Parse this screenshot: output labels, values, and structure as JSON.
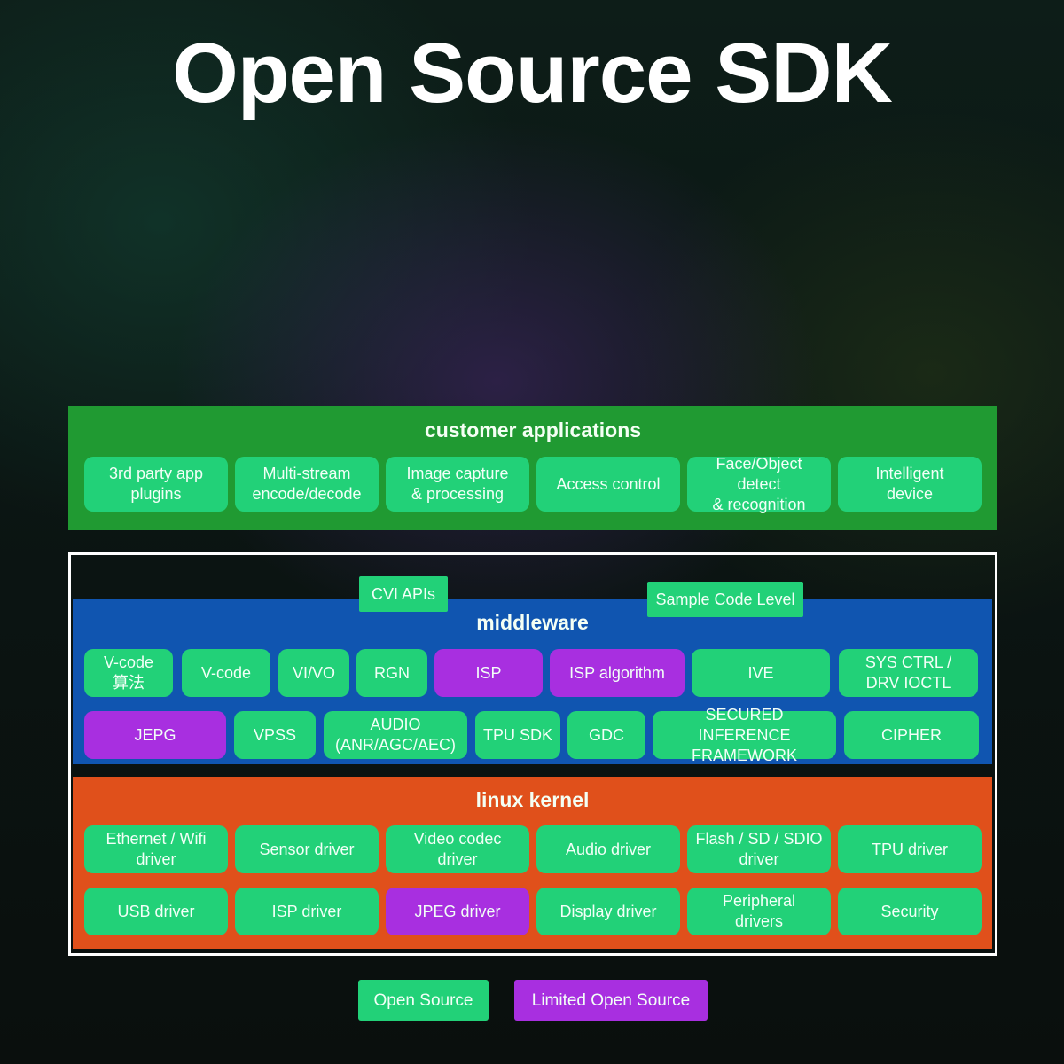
{
  "title": "Open Source SDK",
  "colors": {
    "open_source": "#22d178",
    "limited_open_source": "#a82fe0",
    "customer_layer": "#209a32",
    "middleware_layer": "#1055b0",
    "kernel_layer": "#e0501b"
  },
  "customer": {
    "title": "customer applications",
    "items": [
      {
        "label": "3rd party app\nplugins",
        "type": "open"
      },
      {
        "label": "Multi-stream\nencode/decode",
        "type": "open"
      },
      {
        "label": "Image capture\n& processing",
        "type": "open"
      },
      {
        "label": "Access control",
        "type": "open"
      },
      {
        "label": "Face/Object\ndetect\n& recognition",
        "type": "open"
      },
      {
        "label": "Intelligent\ndevice",
        "type": "open"
      }
    ]
  },
  "tags": {
    "cvi_apis": "CVI APIs",
    "sample_code": "Sample Code Level"
  },
  "middleware": {
    "title": "middleware",
    "row1": [
      {
        "label": "V-code\n算法",
        "type": "open"
      },
      {
        "label": "V-code",
        "type": "open"
      },
      {
        "label": "VI/VO",
        "type": "open"
      },
      {
        "label": "RGN",
        "type": "open"
      },
      {
        "label": "ISP",
        "type": "limited"
      },
      {
        "label": "ISP algorithm",
        "type": "limited"
      },
      {
        "label": "IVE",
        "type": "open"
      },
      {
        "label": "SYS CTRL /\nDRV IOCTL",
        "type": "open"
      }
    ],
    "row2": [
      {
        "label": "JEPG",
        "type": "limited"
      },
      {
        "label": "VPSS",
        "type": "open"
      },
      {
        "label": "AUDIO\n(ANR/AGC/AEC)",
        "type": "open"
      },
      {
        "label": "TPU SDK",
        "type": "open"
      },
      {
        "label": "GDC",
        "type": "open"
      },
      {
        "label": "SECURED INFERENCE\nFRAMEWORK",
        "type": "open"
      },
      {
        "label": "CIPHER",
        "type": "open"
      }
    ]
  },
  "kernel": {
    "title": "linux kernel",
    "row1": [
      {
        "label": "Ethernet / Wifi\ndriver",
        "type": "open"
      },
      {
        "label": "Sensor driver",
        "type": "open"
      },
      {
        "label": "Video codec\ndriver",
        "type": "open"
      },
      {
        "label": "Audio driver",
        "type": "open"
      },
      {
        "label": "Flash / SD / SDIO\ndriver",
        "type": "open"
      },
      {
        "label": "TPU driver",
        "type": "open"
      }
    ],
    "row2": [
      {
        "label": "USB driver",
        "type": "open"
      },
      {
        "label": "ISP driver",
        "type": "open"
      },
      {
        "label": "JPEG driver",
        "type": "limited"
      },
      {
        "label": "Display driver",
        "type": "open"
      },
      {
        "label": "Peripheral\ndrivers",
        "type": "open"
      },
      {
        "label": "Security",
        "type": "open"
      }
    ]
  },
  "legend": {
    "open": "Open Source",
    "limited": "Limited Open Source"
  }
}
